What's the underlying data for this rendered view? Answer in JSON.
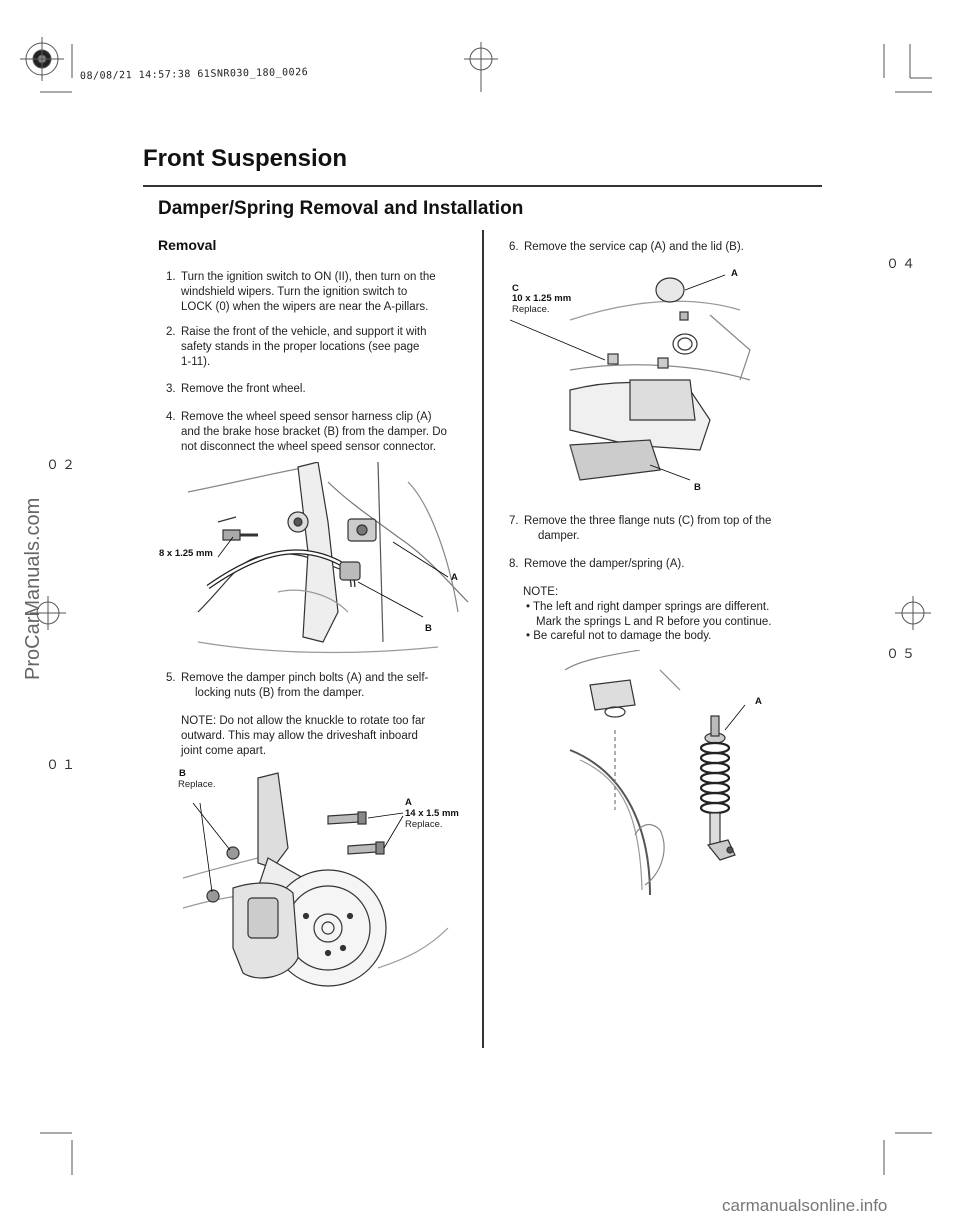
{
  "stamp": "08/08/21 14:57:38 61SNR030_180_0026",
  "page_title": "Front Suspension",
  "section_title": "Damper/Spring Removal and Installation",
  "subsection": "Removal",
  "steps_left": [
    {
      "num": "1.",
      "lines": [
        "Turn the ignition switch to ON (II), then turn on the",
        "windshield wipers. Turn the ignition switch to",
        "LOCK (0) when the wipers are near the A-pillars."
      ]
    },
    {
      "num": "2.",
      "lines": [
        "Raise the front of the vehicle, and support it with",
        "safety stands in the proper locations (see page",
        "1-11)."
      ]
    },
    {
      "num": "3.",
      "lines": [
        "Remove the front wheel."
      ]
    },
    {
      "num": "4.",
      "lines": [
        "Remove the wheel speed sensor harness clip (A)",
        "and the brake hose bracket (B) from the damper. Do",
        "not disconnect the wheel speed sensor connector."
      ]
    },
    {
      "num": "5.",
      "lines": [
        "Remove the damper pinch bolts (A) and the self-",
        "locking nuts (B) from the damper."
      ]
    }
  ],
  "step5_note": [
    "NOTE: Do not allow the knuckle to rotate too far",
    "outward. This may allow the driveshaft inboard",
    "joint come apart."
  ],
  "steps_right": [
    {
      "num": "6.",
      "lines": [
        "Remove the service cap (A) and the lid (B)."
      ]
    },
    {
      "num": "7.",
      "lines": [
        "Remove the three flange nuts (C) from top of the",
        "damper."
      ]
    },
    {
      "num": "8.",
      "lines": [
        "Remove the damper/spring (A)."
      ]
    }
  ],
  "step8_note_label": "NOTE:",
  "step8_bullets": [
    [
      "• The left and right damper springs are different.",
      "Mark the springs L and R before you continue."
    ],
    [
      "• Be careful not to damage the body."
    ]
  ],
  "fig1": {
    "bolt_label": "8 x 1.25 mm",
    "label_a": "A",
    "label_b": "B"
  },
  "fig2": {
    "label_b": "B",
    "b_note": "Replace.",
    "label_a": "A",
    "a_size": "14 x 1.5 mm",
    "a_note": "Replace."
  },
  "fig3": {
    "label_c": "C",
    "c_size": "10 x 1.25 mm",
    "c_note": "Replace.",
    "label_a": "A",
    "label_b": "B"
  },
  "fig4": {
    "label_a": "A"
  },
  "side_watermark": "ProCarManuals.com",
  "corner_marks": {
    "m02": "０２",
    "m01": "０１",
    "m04": "０４",
    "m05": "０５"
  },
  "footer": "carmanualsonline.info"
}
